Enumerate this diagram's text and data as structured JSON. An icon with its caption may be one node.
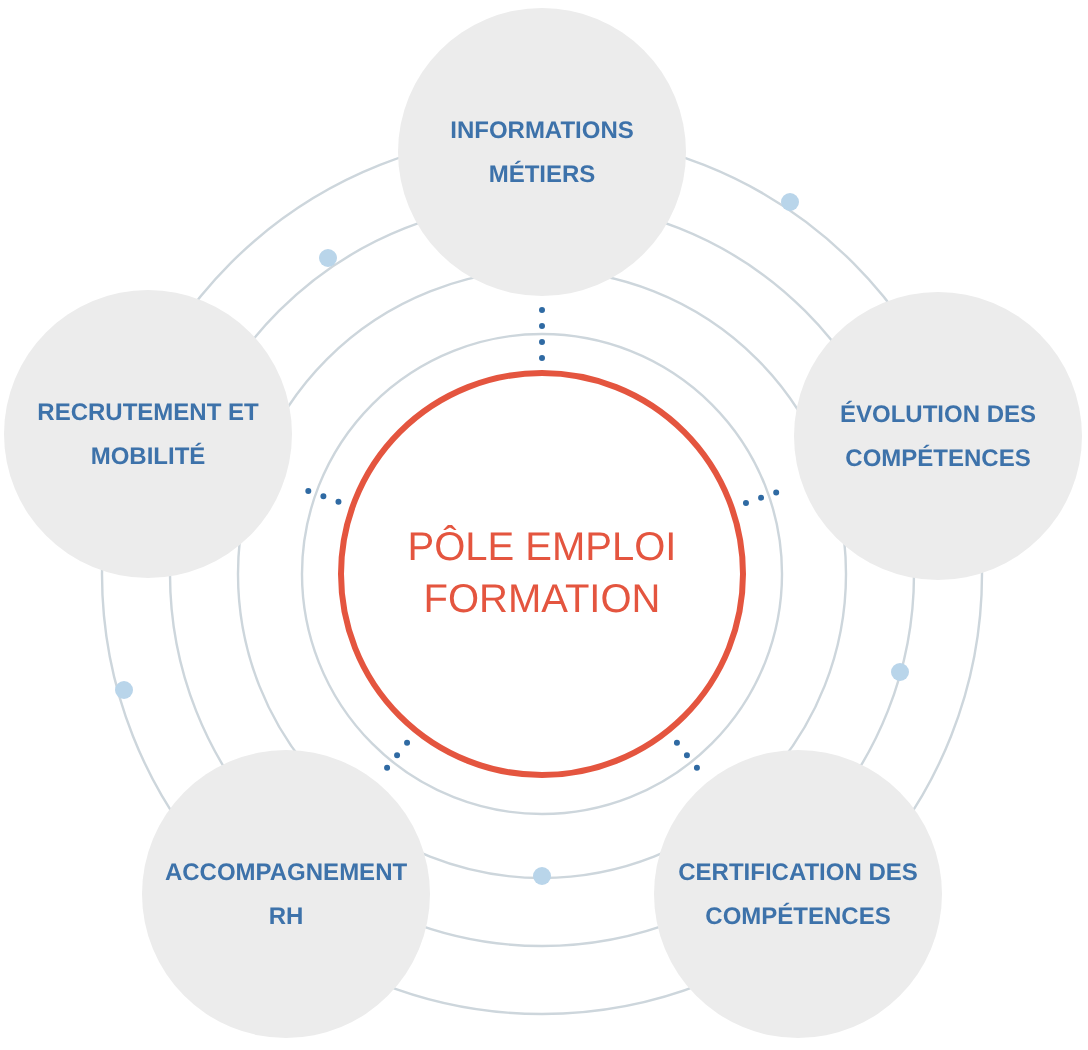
{
  "diagram": {
    "nodes": [
      {
        "text": [
          "PÔLE EMPLOI FORMATION"
        ]
      },
      {
        "text": [
          "INFORMATIONS MÉTIERS"
        ]
      },
      {
        "text": [
          "RECRUTEMENT ET MOBILITÉ"
        ]
      },
      {
        "text": [
          "ÉVOLUTION DES COMPÉTENCES"
        ]
      },
      {
        "text": [
          "ACCOMPAGNEMENT RH"
        ]
      },
      {
        "text": [
          "CERTIFICATION DES COMPÉTENCES"
        ]
      }
    ],
    "edges": [
      {
        "from": 0,
        "to": 1,
        "arrow": "none",
        "style": "dashed"
      },
      {
        "from": 0,
        "to": 2,
        "arrow": "none",
        "style": "dashed"
      },
      {
        "from": 0,
        "to": 3,
        "arrow": "none",
        "style": "dashed"
      },
      {
        "from": 0,
        "to": 4,
        "arrow": "none",
        "style": "dashed"
      },
      {
        "from": 0,
        "to": 5,
        "arrow": "none",
        "style": "dashed"
      }
    ]
  }
}
